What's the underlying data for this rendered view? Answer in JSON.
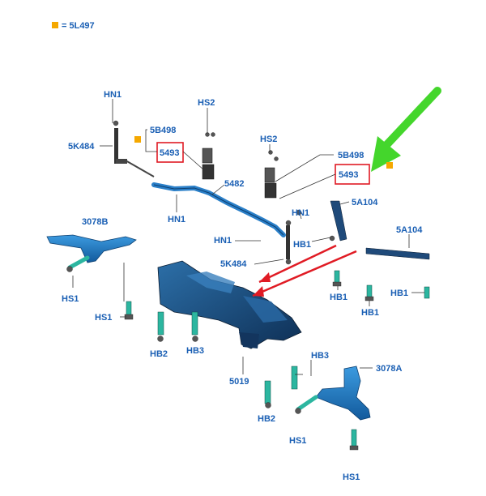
{
  "legend": {
    "color": "#f5a800",
    "text": "= 5L497"
  },
  "colors": {
    "label": "#1a5fb4",
    "highlight_box": "#e01b24",
    "pointer_arrow": "#44d62c",
    "part": "#2a7fc8",
    "fastener": "#2cb6a0",
    "direction_arrow": "#e01b24"
  },
  "labels": {
    "hn1_top": "HN1",
    "k484_left": "5K484",
    "b498_left": "5B498",
    "b5493_left": "5493",
    "hs2_left": "HS2",
    "hs2_right": "HS2",
    "b498_right": "5B498",
    "b5493_right": "5493",
    "hn1_left_bar": "HN1",
    "p5482": "5482",
    "a5a104_upper": "5A104",
    "a5a104_lower": "5A104",
    "hn1_mid": "HN1",
    "hn1_link": "HN1",
    "hb1_upper": "HB1",
    "k484_mid": "5K484",
    "a3078b": "3078B",
    "hs1_left": "HS1",
    "hs1_left2": "HS1",
    "hb1_a": "HB1",
    "hb1_b": "HB1",
    "hb1_c": "HB1",
    "hb2_left": "HB2",
    "hb3_left": "HB3",
    "hb3_right": "HB3",
    "p5019": "5019",
    "a3078a": "3078A",
    "hb2_bottom": "HB2",
    "hs1_bottom": "HS1",
    "hs1_bottom2": "HS1"
  }
}
